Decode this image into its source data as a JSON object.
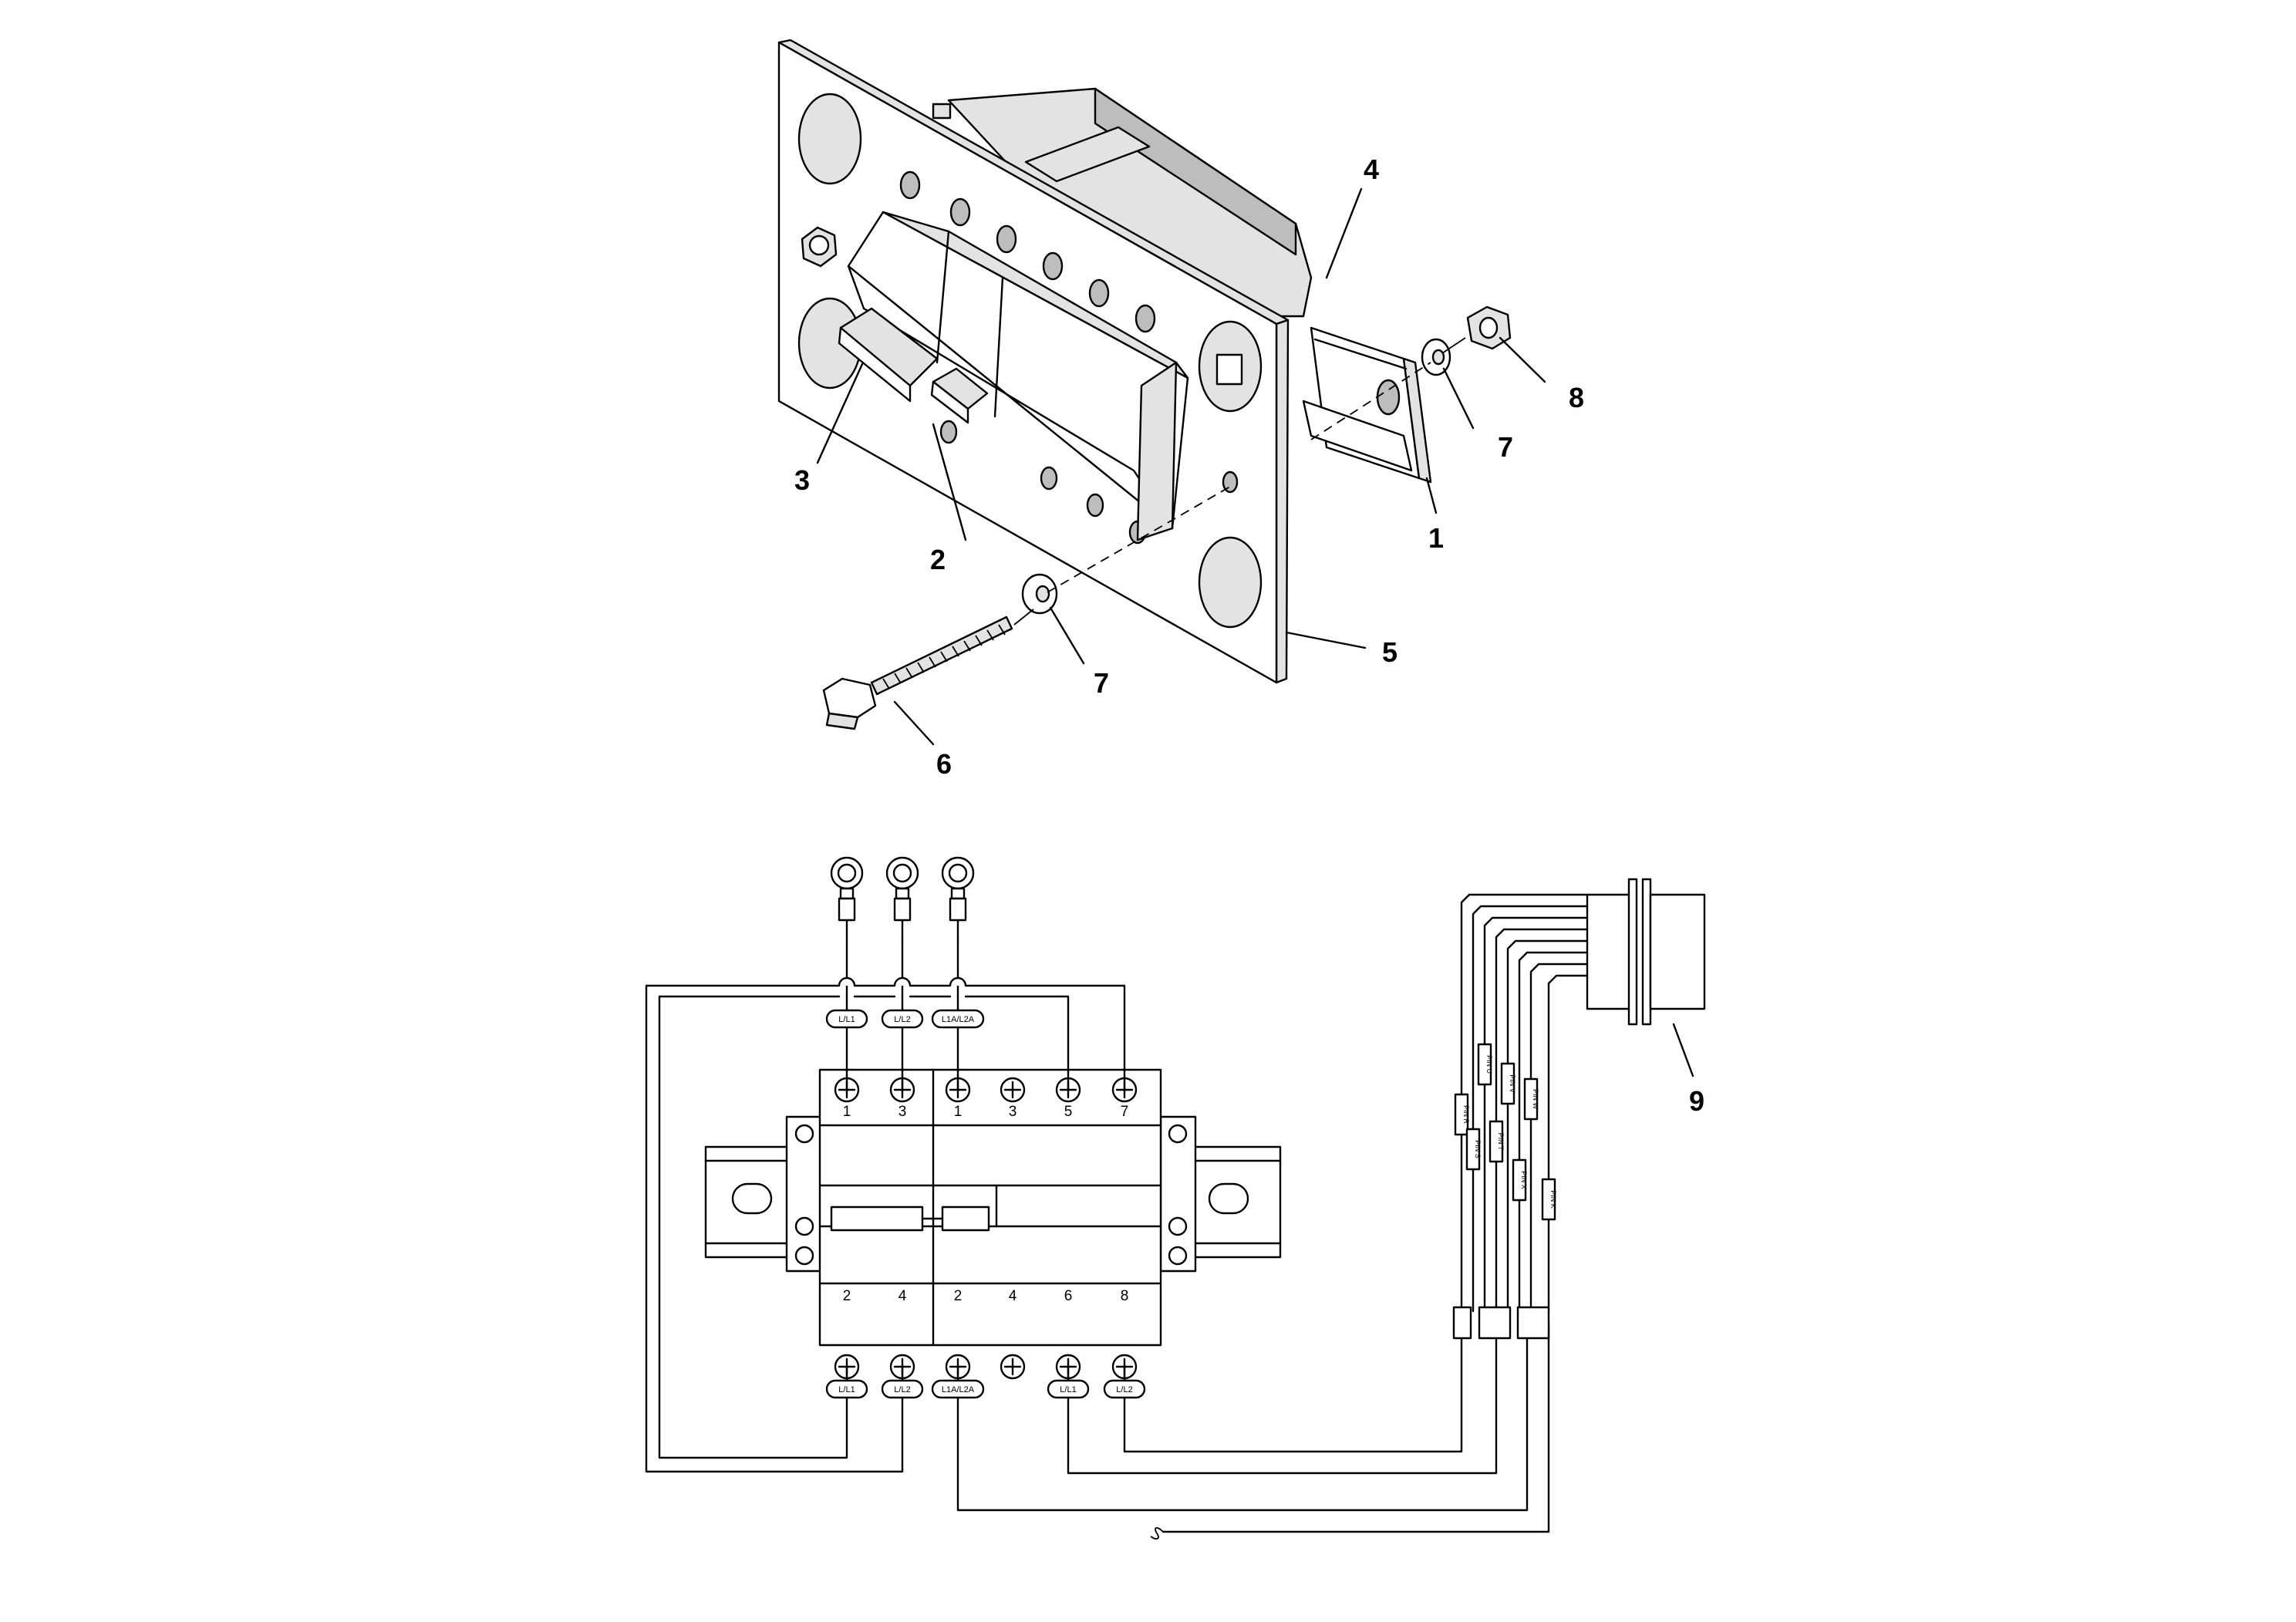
{
  "callouts": {
    "c1": "1",
    "c2": "2",
    "c3": "3",
    "c4": "4",
    "c5": "5",
    "c6": "6",
    "c7a": "7",
    "c7b": "7",
    "c8": "8",
    "c9": "9"
  },
  "top_terminals": [
    "1",
    "3",
    "1",
    "3",
    "5",
    "7"
  ],
  "bottom_terminals": [
    "2",
    "4",
    "2",
    "4",
    "6",
    "8"
  ],
  "top_wire_tags": [
    "L/L1",
    "L/L2",
    "L1A/L2A"
  ],
  "bottom_wire_tags": [
    "L/L1",
    "L/L2",
    "L1A/L2A",
    "L/L1",
    "L/L2"
  ],
  "pin_tags": [
    "PIN R",
    "PIN S",
    "PIN U",
    "PIN T",
    "PIN V",
    "PIN X",
    "PIN W",
    "PIN K"
  ]
}
